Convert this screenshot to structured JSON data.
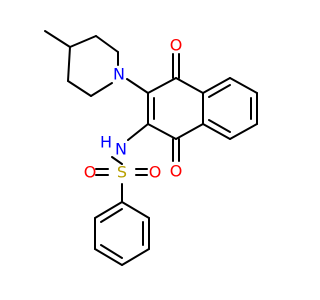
{
  "structure": {
    "atoms": {
      "o_top": {
        "label": "O",
        "color": "#ff0000"
      },
      "o_bottom": {
        "label": "O",
        "color": "#ff0000"
      },
      "n_piperidine": {
        "label": "N",
        "color": "#0000ff"
      },
      "nh_amide": {
        "label": "N",
        "h_label": "H",
        "color": "#0000ff"
      },
      "s_sulfonyl": {
        "label": "S",
        "color": "#b8a000"
      },
      "o_sulfonyl_left": {
        "label": "O",
        "color": "#ff0000"
      },
      "o_sulfonyl_right": {
        "label": "O",
        "color": "#ff0000"
      }
    }
  }
}
